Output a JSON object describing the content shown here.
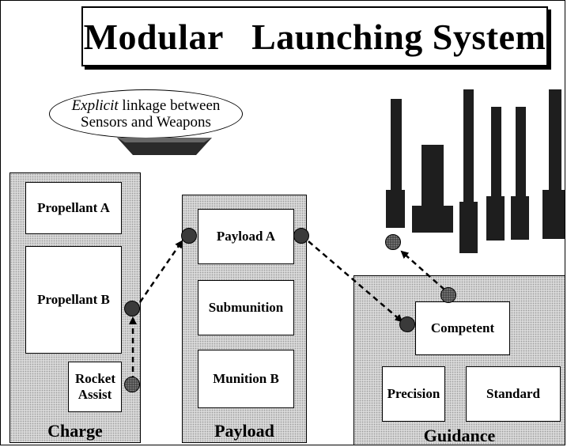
{
  "title": "Modular   Launching System",
  "callout": {
    "line1_italic": "Explicit",
    "line1_rest": " linkage between",
    "line2": "Sensors and Weapons"
  },
  "charge": {
    "label": "Charge",
    "modules": [
      "Propellant A",
      "Propellant B",
      "Rocket Assist"
    ]
  },
  "payload": {
    "label": "Payload",
    "modules": [
      "Payload A",
      "Submunition",
      "Munition B"
    ]
  },
  "guidance": {
    "label": "Guidance",
    "modules": [
      "Competent",
      "Precision",
      "Standard"
    ]
  },
  "colors": {
    "panel_fill": "#d9d9d9",
    "node_fill": "#3a3a3a",
    "sensor_fill": "#1e1e1e"
  }
}
